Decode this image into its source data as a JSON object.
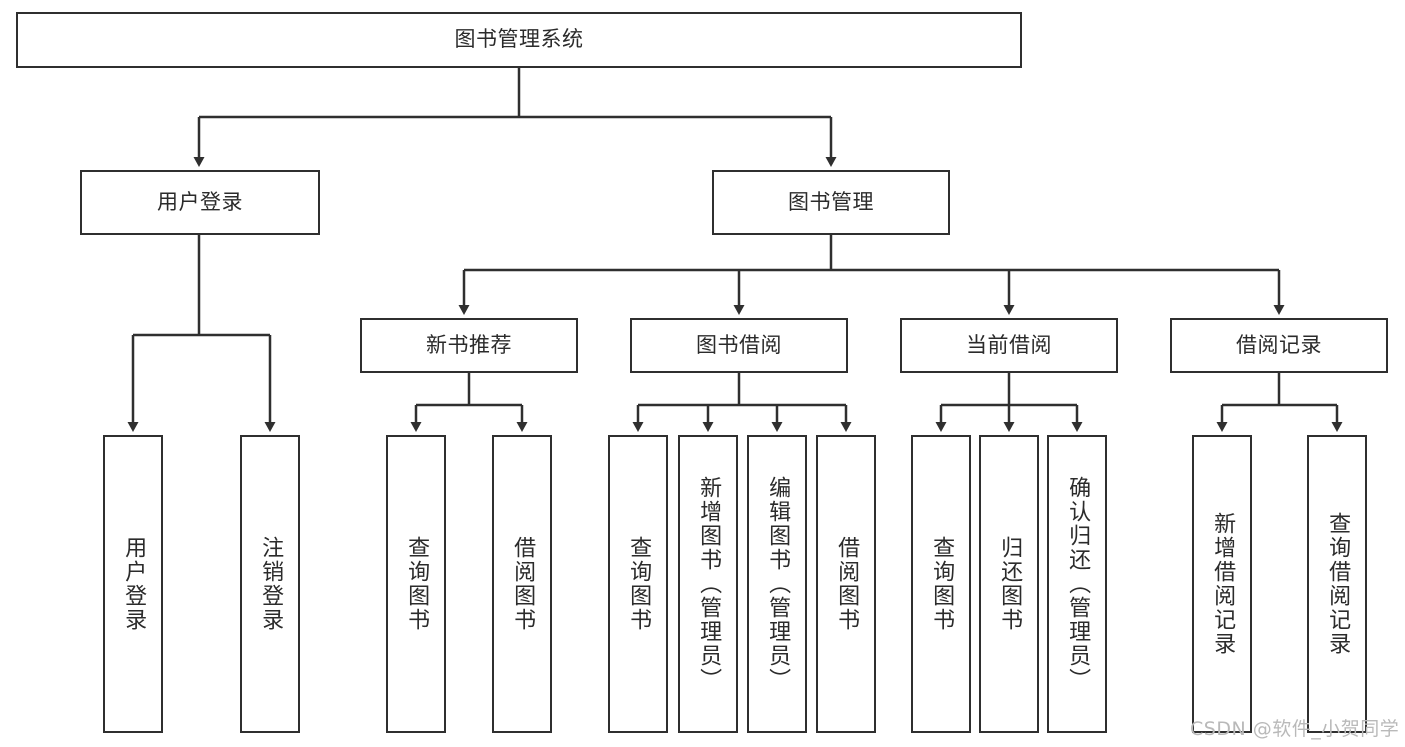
{
  "diagram": {
    "title": "图书管理系统",
    "type": "functional-decomposition-tree",
    "root": {
      "label": "图书管理系统"
    },
    "level2": [
      {
        "label": "用户登录"
      },
      {
        "label": "图书管理"
      }
    ],
    "level3": [
      {
        "label": "新书推荐"
      },
      {
        "label": "图书借阅"
      },
      {
        "label": "当前借阅"
      },
      {
        "label": "借阅记录"
      }
    ],
    "leaves": {
      "user_login": [
        {
          "label": "用户登录"
        },
        {
          "label": "注销登录"
        }
      ],
      "new_book_recommend": [
        {
          "label": "查询图书"
        },
        {
          "label": "借阅图书"
        }
      ],
      "book_borrow": [
        {
          "label": "查询图书"
        },
        {
          "label": "新增图书（管理员）"
        },
        {
          "label": "编辑图书（管理员）"
        },
        {
          "label": "借阅图书"
        }
      ],
      "current_borrow": [
        {
          "label": "查询图书"
        },
        {
          "label": "归还图书"
        },
        {
          "label": "确认归还（管理员）"
        }
      ],
      "borrow_record": [
        {
          "label": "新增借阅记录"
        },
        {
          "label": "查询借阅记录"
        }
      ]
    },
    "watermark": "CSDN @软件_小贺同学",
    "colors": {
      "background": "#ffffff",
      "border": "#2f2f2f",
      "text": "#2b2b2b",
      "watermark": "#b9b9b9"
    }
  }
}
